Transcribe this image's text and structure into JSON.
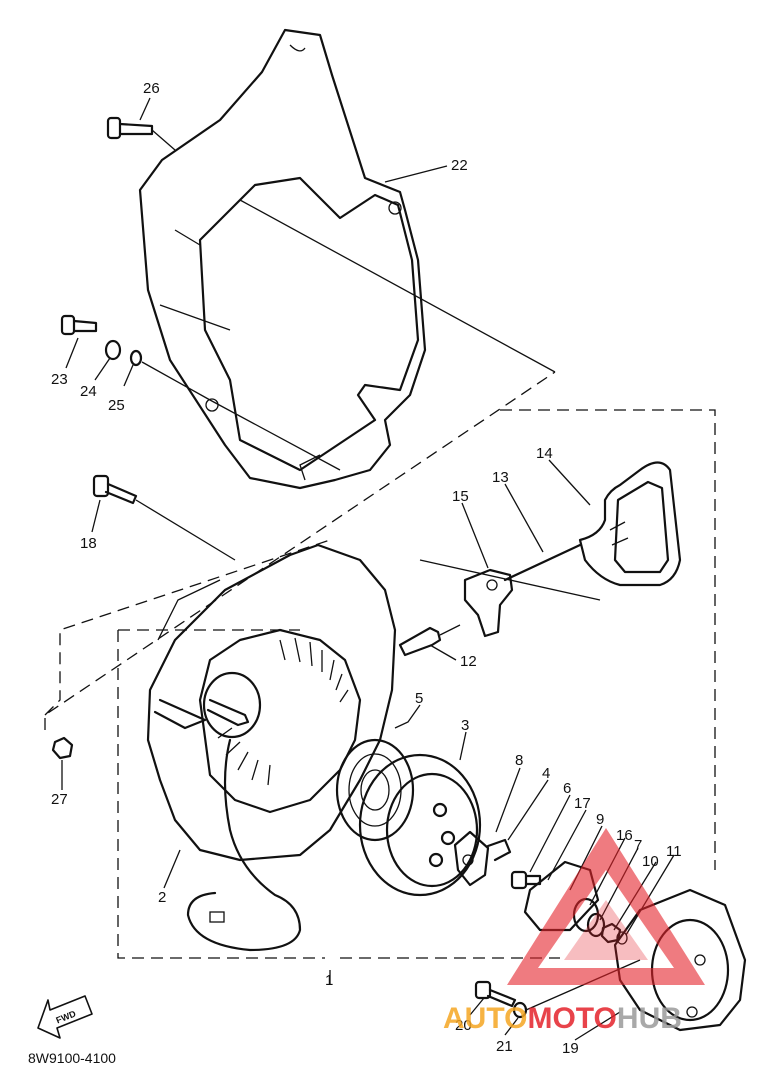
{
  "diagram": {
    "code": "8W9100-4100",
    "fwd_label": "FWD",
    "callouts": [
      {
        "id": "26",
        "label": "26"
      },
      {
        "id": "22",
        "label": "22"
      },
      {
        "id": "23",
        "label": "23"
      },
      {
        "id": "24",
        "label": "24"
      },
      {
        "id": "25",
        "label": "25"
      },
      {
        "id": "14",
        "label": "14"
      },
      {
        "id": "13",
        "label": "13"
      },
      {
        "id": "15",
        "label": "15"
      },
      {
        "id": "18",
        "label": "18"
      },
      {
        "id": "12",
        "label": "12"
      },
      {
        "id": "5",
        "label": "5"
      },
      {
        "id": "3",
        "label": "3"
      },
      {
        "id": "8",
        "label": "8"
      },
      {
        "id": "4",
        "label": "4"
      },
      {
        "id": "6",
        "label": "6"
      },
      {
        "id": "17",
        "label": "17"
      },
      {
        "id": "9",
        "label": "9"
      },
      {
        "id": "16",
        "label": "16"
      },
      {
        "id": "7",
        "label": "7"
      },
      {
        "id": "10",
        "label": "10"
      },
      {
        "id": "11",
        "label": "11"
      },
      {
        "id": "27",
        "label": "27"
      },
      {
        "id": "2",
        "label": "2"
      },
      {
        "id": "1",
        "label": "1"
      },
      {
        "id": "20",
        "label": "20"
      },
      {
        "id": "21",
        "label": "21"
      },
      {
        "id": "19",
        "label": "19"
      }
    ]
  },
  "watermark": {
    "part1": "AUTO",
    "part2": "MOTO",
    "part3": "HUB",
    "colors": {
      "orange": "#f5a623",
      "red": "#e5232b",
      "gray": "#9b9b9b"
    }
  }
}
